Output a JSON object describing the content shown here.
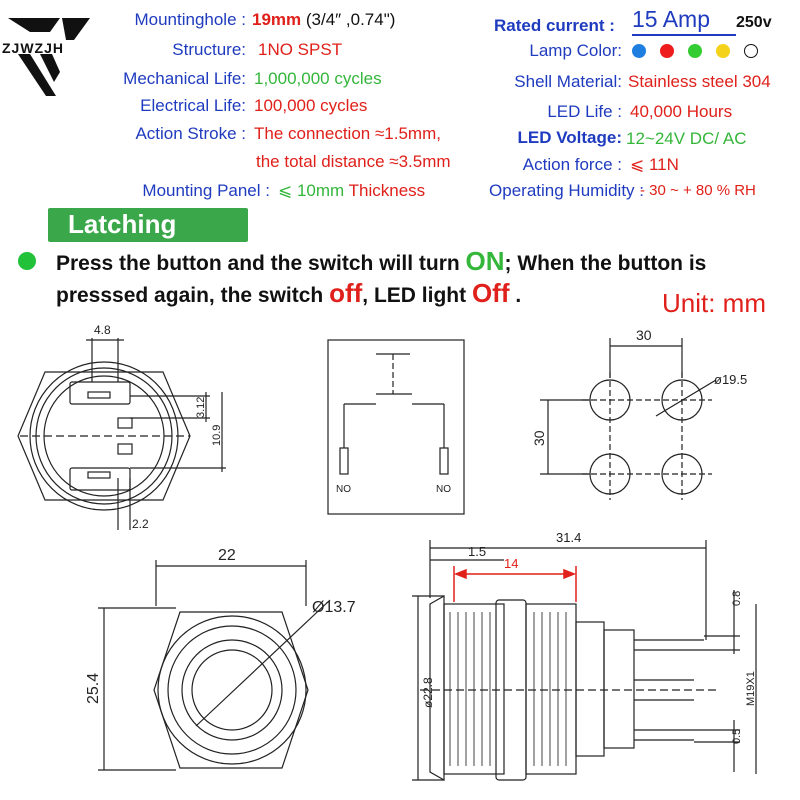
{
  "brand": "ZJWZJH",
  "specs_left": [
    {
      "label": "Mountinghole :",
      "value": "19mm",
      "value2": " (3/4″ ,0.74\")"
    },
    {
      "label": "Structure:",
      "value": "1NO  SPST"
    },
    {
      "label": "Mechanical Life:",
      "value": "1,000,000 cycles"
    },
    {
      "label": "Electrical Life:",
      "value": "100,000 cycles"
    },
    {
      "label": "Action Stroke :",
      "value": "The connection ≈1.5mm,"
    },
    {
      "label": "",
      "value": "the total distance ≈3.5mm"
    },
    {
      "label": "Mounting Panel  :",
      "value": "⩽ 10mm",
      "value2": "  Thickness"
    }
  ],
  "specs_right": [
    {
      "label": "Rated current :",
      "value": "15 Amp",
      "value2": "250v"
    },
    {
      "label": "Lamp Color:",
      "value": ""
    },
    {
      "label": "Shell Material:",
      "value": "Stainless steel 304"
    },
    {
      "label": "LED Life :",
      "value": "40,000 Hours"
    },
    {
      "label": "LED Voltage:",
      "value": "12~24V  DC/ AC"
    },
    {
      "label": "Action force :",
      "value": "⩽ 11N"
    },
    {
      "label": "Operating Humidity :",
      "value": " - 30 ~ + 80 % RH"
    }
  ],
  "lamp_colors": [
    "#1e7fe0",
    "#ee1c1c",
    "#33cc33",
    "#f5d21a",
    "#ffffff"
  ],
  "mode_label": "Latching",
  "description": {
    "line1_a": "Press the button and the switch will turn ",
    "line1_on": "ON",
    "line1_b": ";  When the button is",
    "line2_a": "presssed again, the switch ",
    "line2_off": "off",
    "line2_b": ", LED light ",
    "line2_off2": "Off",
    "line2_c": " ."
  },
  "unit_label": "Unit: mm",
  "dims": {
    "d48": "4.8",
    "d312": "3.12",
    "d109": "10.9",
    "d22s": "2.2",
    "d30a": "30",
    "d30b": "30",
    "d195": "ø19.5",
    "d22": "22",
    "d137": "Ø13.7",
    "d254": "25.4",
    "d314": "31.4",
    "d15": "1.5",
    "d14": "14",
    "d228": "ø22.8",
    "d08": "0.8",
    "dm19": "M19X1",
    "d05": "0.5",
    "no1": "NO",
    "no2": "NO"
  },
  "colors": {
    "label_blue": "#1f3bbf",
    "value_red": "#e0201a",
    "value_green": "#34b63a",
    "badge_green": "#3aa84a"
  }
}
